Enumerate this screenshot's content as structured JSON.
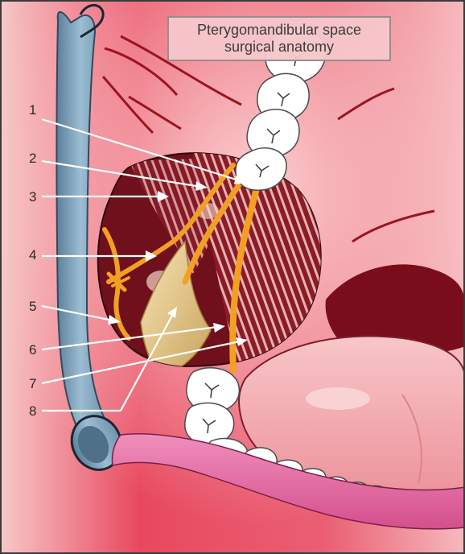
{
  "title": {
    "line1": "Pterygomandibular space",
    "line2": "surgical anatomy"
  },
  "labels": [
    "1",
    "2",
    "3",
    "4",
    "5",
    "6",
    "7",
    "8"
  ],
  "colors": {
    "background_pink": "#e8485f",
    "space_dark": "#7a0f1e",
    "nerve_orange": "#f2a024",
    "ligament_tan": "#e8c98a",
    "tooth_white": "#ffffff",
    "tongue_pink": "#f5b2b8",
    "frame_blue": "#7fa3bd",
    "lip_pink": "#e76aa3"
  }
}
